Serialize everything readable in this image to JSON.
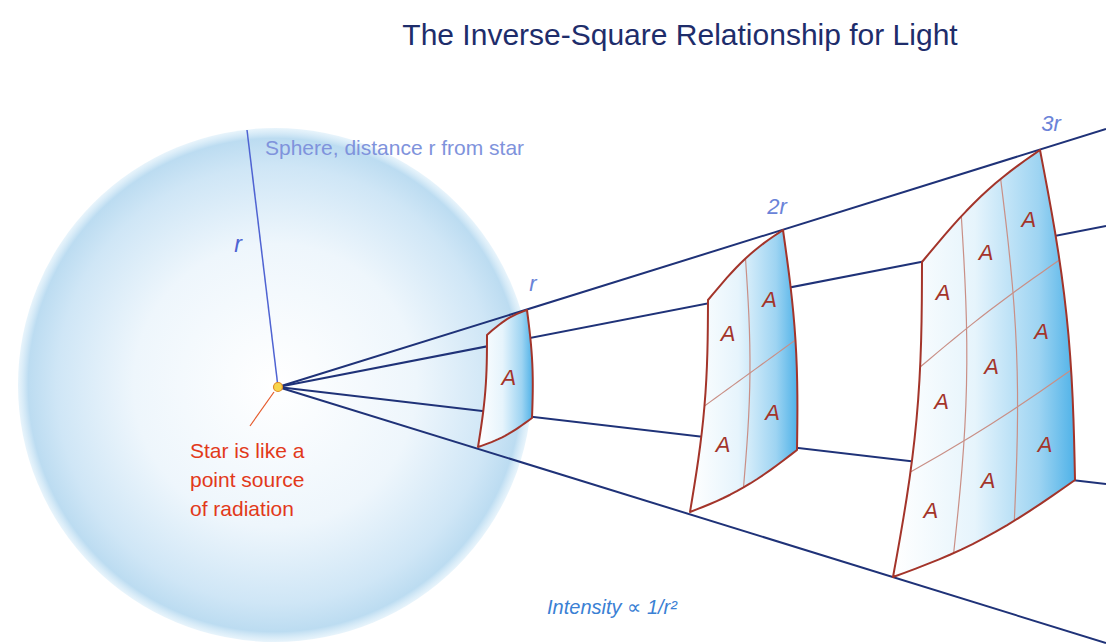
{
  "diagram": {
    "title": "The Inverse-Square Relationship for Light",
    "nodes": [
      {
        "text": [
          "Sphere, distance r from star",
          "r",
          "Star is like a point source of radiation"
        ]
      },
      {
        "text": [
          "A"
        ]
      },
      {
        "text": [
          "A",
          "A",
          "A",
          "A"
        ]
      },
      {
        "text": [
          "A",
          "A",
          "A",
          "A",
          "A",
          "A",
          "A",
          "A",
          "A"
        ]
      }
    ],
    "labels": [
      "r",
      "2r",
      "3r",
      "Intensity ∝ 1/r²"
    ]
  }
}
